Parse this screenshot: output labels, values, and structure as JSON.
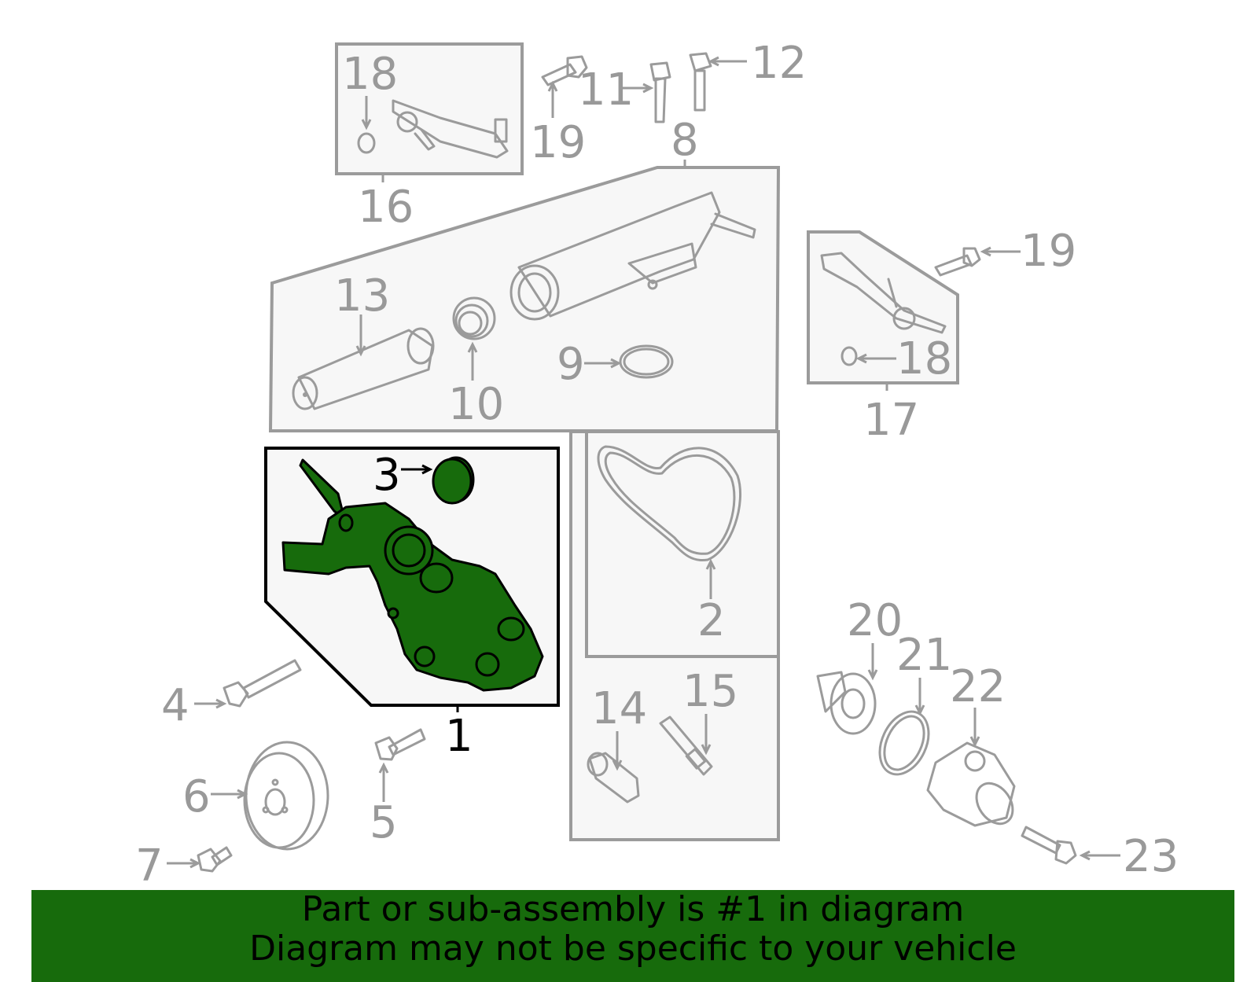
{
  "colors": {
    "highlight_fill": "#176b0c",
    "outline_gray": "#9b9b9b",
    "callout_gray": "#999999",
    "panel_fill": "#f7f7f7",
    "banner_bg": "#176b0c"
  },
  "callouts": {
    "c1": "1",
    "c2": "2",
    "c3": "3",
    "c4": "4",
    "c5": "5",
    "c6": "6",
    "c7": "7",
    "c8": "8",
    "c9": "9",
    "c10": "10",
    "c11": "11",
    "c12": "12",
    "c13": "13",
    "c14": "14",
    "c15": "15",
    "c16": "16",
    "c17": "17",
    "c18a": "18",
    "c18b": "18",
    "c19a": "19",
    "c19b": "19",
    "c20": "20",
    "c21": "21",
    "c22": "22",
    "c23": "23"
  },
  "banner": {
    "line1": "Part or sub-assembly is #1 in diagram",
    "line2": "Diagram may not be specific to your vehicle"
  }
}
